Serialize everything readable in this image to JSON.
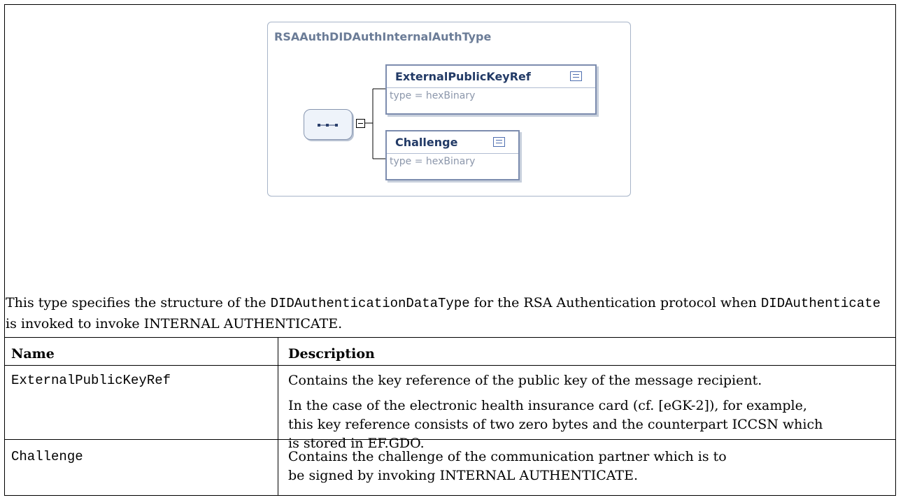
{
  "diagram": {
    "title": "RSAAuthDIDAuthInternalAuthType",
    "elements": [
      {
        "name": "ExternalPublicKeyRef",
        "type": "type = hexBinary"
      },
      {
        "name": "Challenge",
        "type": "type = hexBinary"
      }
    ]
  },
  "description": {
    "part1": "This type specifies the structure of the ",
    "code1": "DIDAuthenticationDataType",
    "part2": " for the RSA Authentication protocol when ",
    "code2": "DIDAuthenticate",
    "part3": "  is invoked to invoke INTERNAL AUTHENTICATE."
  },
  "table": {
    "headers": {
      "name": "Name",
      "description": "Description"
    },
    "rows": [
      {
        "name": "ExternalPublicKeyRef",
        "paragraphs": [
          "Contains the key reference of the public key of the message recipient.",
          "In the case of the electronic health insurance card (cf. [eGK-2]), for example, this key reference consists of two zero bytes and the counterpart ICCSN which is stored in EF.GDO."
        ]
      },
      {
        "name": "Challenge",
        "paragraphs": [
          "Contains the challenge of the communication partner which is to be signed by invoking INTERNAL AUTHENTICATE."
        ]
      }
    ]
  }
}
